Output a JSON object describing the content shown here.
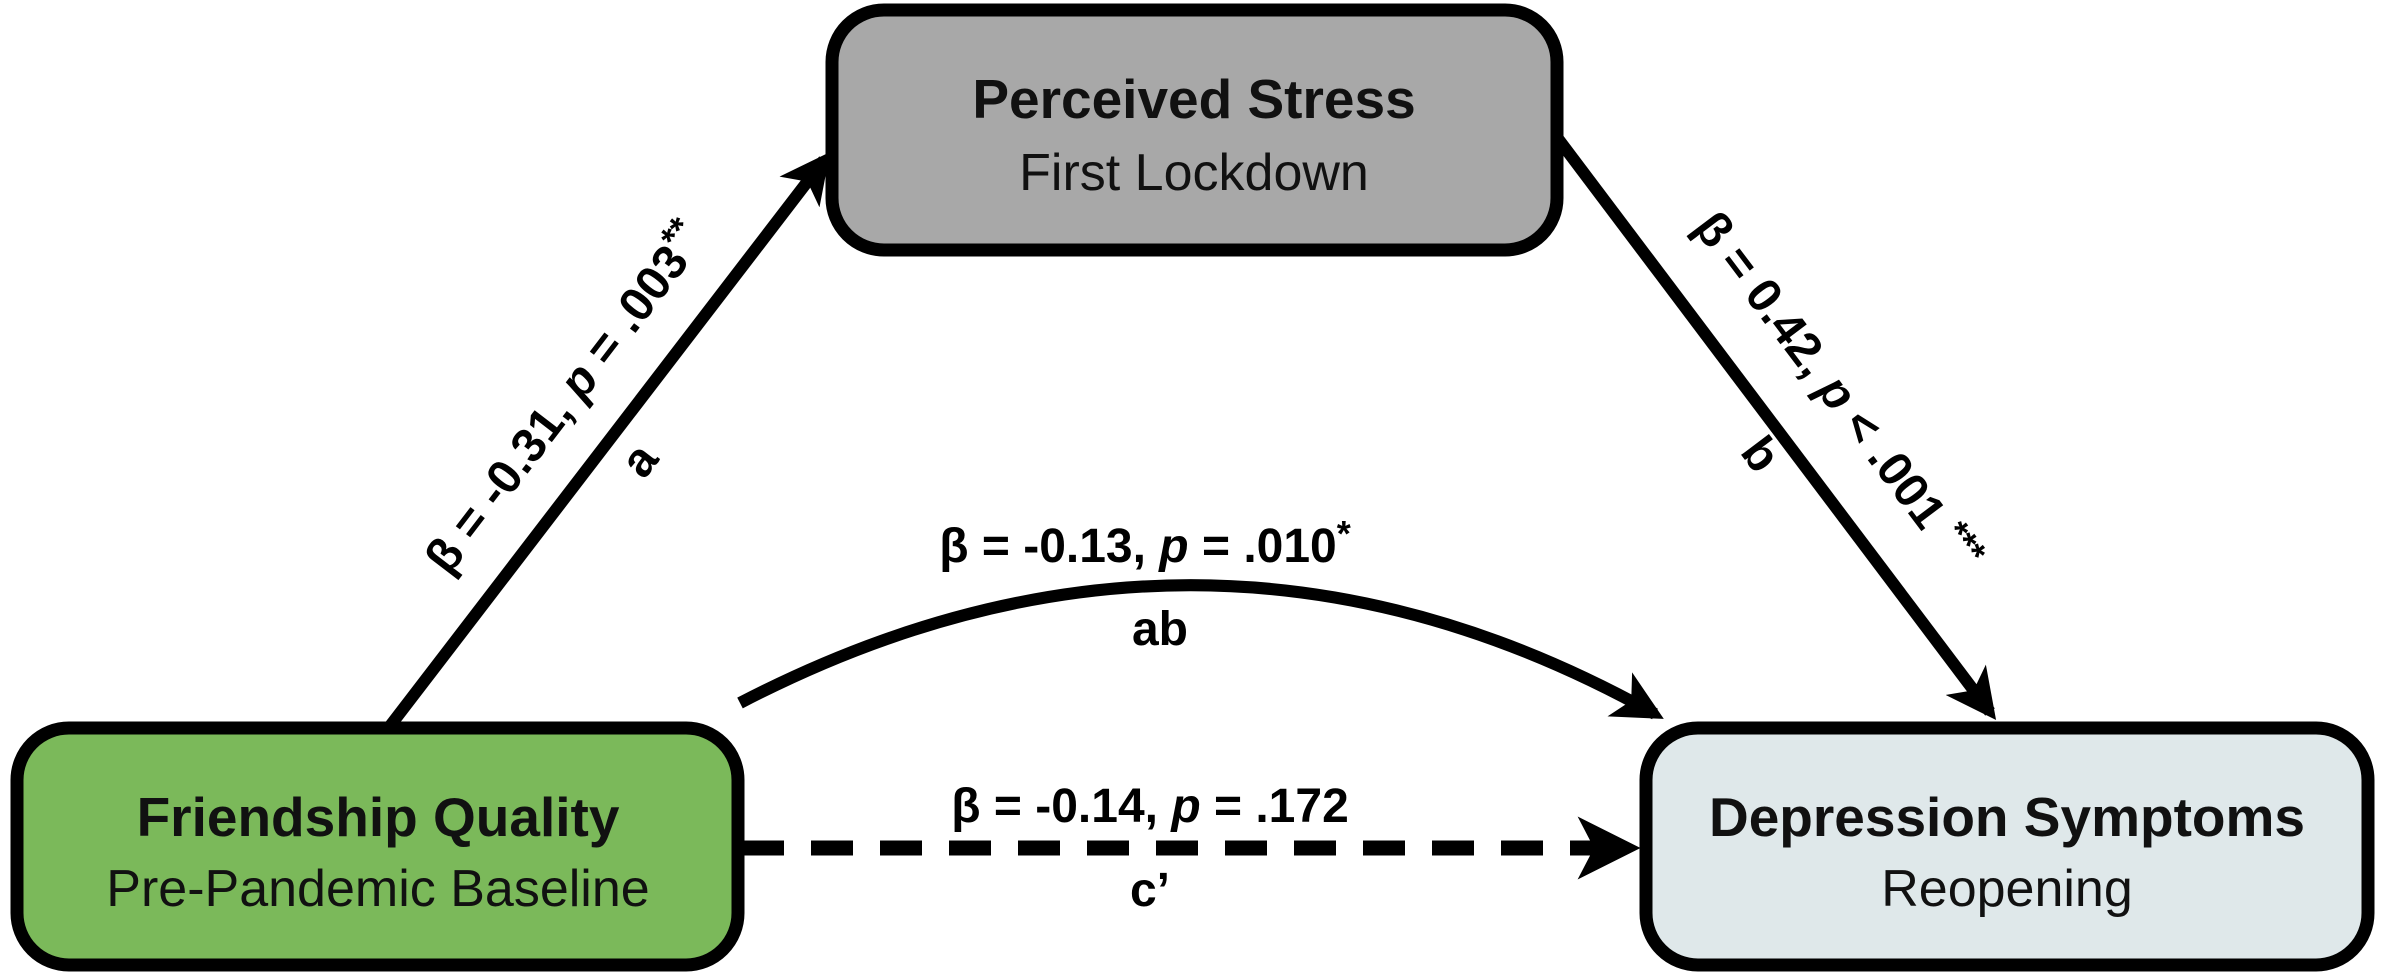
{
  "diagram": {
    "background_color": "#ffffff",
    "line_color": "#000000",
    "nodes": {
      "mediator": {
        "title": "Perceived Stress",
        "subtitle": "First Lockdown",
        "fill": "#a8a8a8"
      },
      "predictor": {
        "title": "Friendship Quality",
        "subtitle": "Pre-Pandemic Baseline",
        "fill": "#7bb95a"
      },
      "outcome": {
        "title": "Depression Symptoms",
        "subtitle": "Reopening",
        "fill": "#dfe8ea"
      }
    },
    "paths": {
      "a": {
        "beta": "β = -0.31, ",
        "p_symbol": "p",
        "value": " = .003",
        "stars": "**",
        "letter": "a"
      },
      "b": {
        "beta": "β = 0.42, ",
        "p_symbol": "p",
        "value": " < .001 ",
        "stars": "***",
        "letter": "b"
      },
      "ab": {
        "beta": "β = -0.13, ",
        "p_symbol": "p",
        "value": " = .010",
        "stars": "*",
        "letter": "ab"
      },
      "c_prime": {
        "beta": "β = -0.14, ",
        "p_symbol": "p",
        "value": " = .172",
        "stars": "",
        "letter": "c’"
      }
    }
  }
}
